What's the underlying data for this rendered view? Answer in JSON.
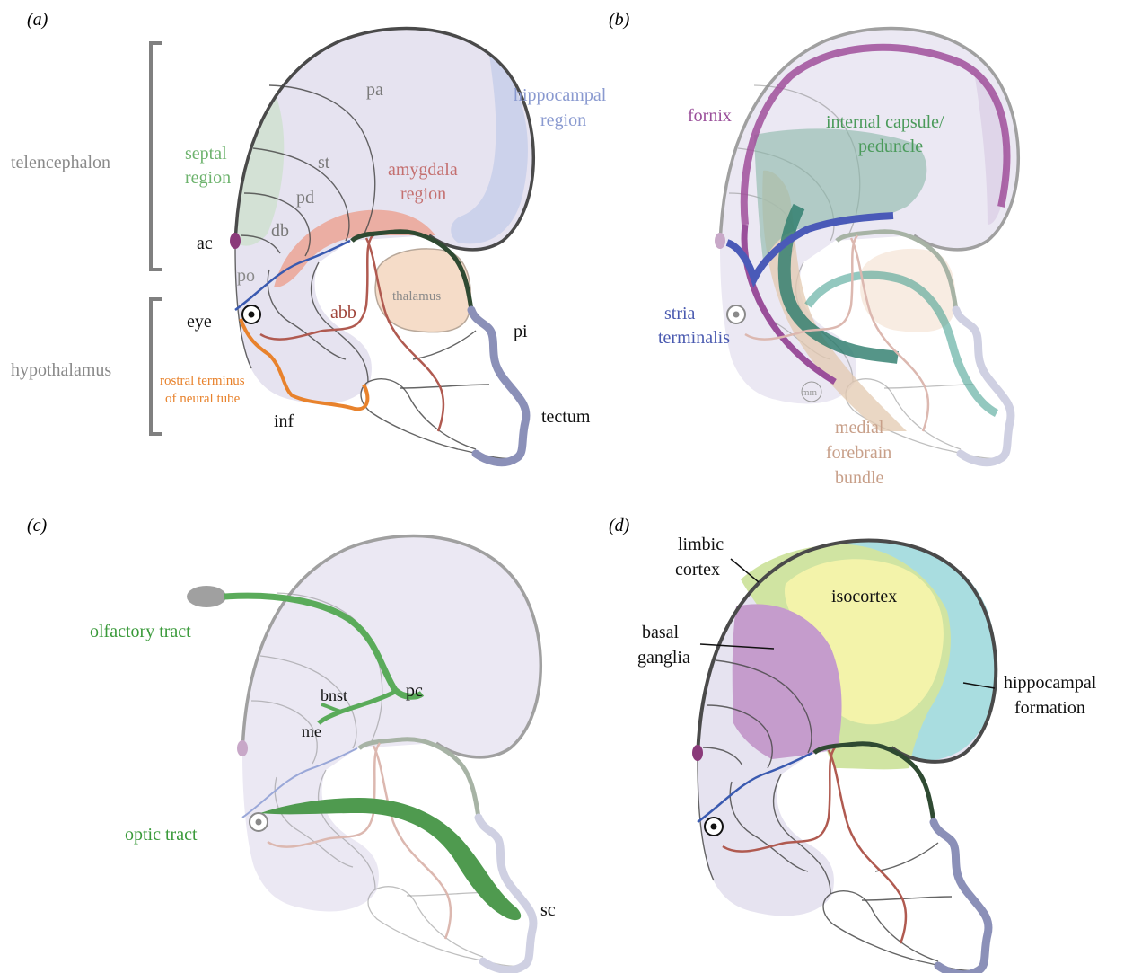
{
  "colors": {
    "outline": "#4a4a4a",
    "tissue": "#e6e3f0",
    "septal": "#6db36d",
    "hippocampal": "#94a3d6",
    "amygdala": "#c46b6b",
    "abb": "#a0453a",
    "orange": "#e8822c",
    "fornix": "#9a4f9a",
    "internal_capsule": "#4a8f5f",
    "stria": "#4a5ab0",
    "mfb": "#c89e80",
    "optic": "#4a9a4a",
    "olfactory": "#5aab5a",
    "limbic": "#cfe3a0",
    "isocortex": "#f2f2a8",
    "basal_ganglia": "#c59ccc",
    "hippo_formation": "#a9dde0"
  },
  "panels": {
    "a": {
      "tag": "(a)",
      "bracket_telencephalon": "telencephalon",
      "bracket_hypothalamus": "hypothalamus",
      "pa": "pa",
      "hippocampal_region": [
        "hippocampal",
        "region"
      ],
      "septal_region": [
        "septal",
        "region"
      ],
      "st": "st",
      "pd": "pd",
      "db": "db",
      "amygdala_region": [
        "amygdala",
        "region"
      ],
      "ac": "ac",
      "po": "po",
      "eye": "eye",
      "abb": "abb",
      "thalamus": "thalamus",
      "pi": "pi",
      "rostral_terminus": [
        "rostral terminus",
        "of neural tube"
      ],
      "inf": "inf",
      "tectum": "tectum"
    },
    "b": {
      "tag": "(b)",
      "fornix": "fornix",
      "internal_capsule": [
        "internal capsule/",
        "peduncle"
      ],
      "stria_terminalis": [
        "stria",
        "terminalis"
      ],
      "mm": "mm",
      "medial_forebrain_bundle": [
        "medial",
        "forebrain",
        "bundle"
      ]
    },
    "c": {
      "tag": "(c)",
      "olfactory_tract": "olfactory tract",
      "bnst": "bnst",
      "pc": "pc",
      "me": "me",
      "optic_tract": "optic tract",
      "sc": "sc"
    },
    "d": {
      "tag": "(d)",
      "limbic_cortex": [
        "limbic",
        "cortex"
      ],
      "isocortex": "isocortex",
      "basal_ganglia": [
        "basal",
        "ganglia"
      ],
      "hippocampal_formation": [
        "hippocampal",
        "formation"
      ]
    }
  }
}
